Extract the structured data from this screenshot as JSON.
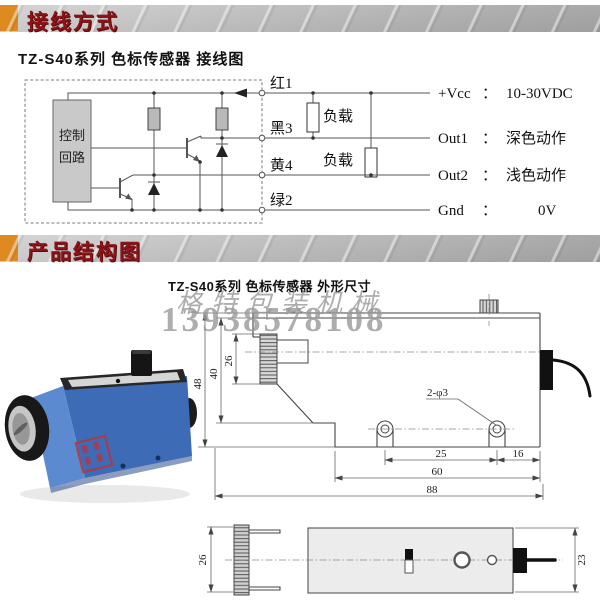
{
  "colors": {
    "accent_orange": "#dd8a21",
    "header_text_red": "#8a1418",
    "sensor_blue": "#3d6bb5",
    "watermark_gray": "#999999",
    "seal_red": "#cc2b2b"
  },
  "section1": {
    "header": "接线方式",
    "title": "TZ-S40系列 色标传感器  接线图"
  },
  "section2": {
    "header": "产品结构图",
    "title": "TZ-S40系列 色标传感器  外形尺寸"
  },
  "wiring": {
    "control_box_line1": "控制",
    "control_box_line2": "回路",
    "load1": "负载",
    "load2": "负载",
    "pins": [
      {
        "wire": "红1",
        "signal": "+Vcc",
        "colon": "：",
        "value": "10-30VDC"
      },
      {
        "wire": "黑3",
        "signal": "Out1",
        "colon": "：",
        "value": "深色动作"
      },
      {
        "wire": "黄4",
        "signal": "Out2",
        "colon": "：",
        "value": "浅色动作"
      },
      {
        "wire": "绿2",
        "signal": "Gnd",
        "colon": "：",
        "value": "0V"
      }
    ]
  },
  "watermark": {
    "line1": "格特包装机械",
    "line2": "13938578108"
  },
  "drawing": {
    "hole_label": "2-φ3",
    "dim_48": "48",
    "dim_40": "40",
    "dim_26": "26",
    "dim_25": "25",
    "dim_16": "16",
    "dim_60": "60",
    "dim_88": "88",
    "top_view_dim_26": "26",
    "top_view_dim_23": "23"
  }
}
